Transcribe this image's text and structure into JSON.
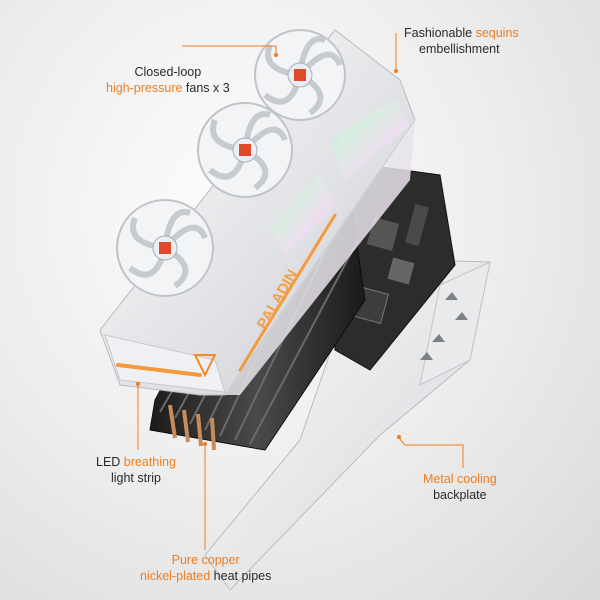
{
  "callouts": {
    "fans": {
      "line1": "Closed-loop",
      "line2_highlight": "high-pressure",
      "line2_rest": " fans x 3"
    },
    "sequins": {
      "line1_plain": "Fashionable ",
      "line1_highlight": "sequins",
      "line2": "embellishment"
    },
    "led": {
      "line1_plain": "LED ",
      "line1_highlight": "breathing",
      "line2": "light strip"
    },
    "backplate": {
      "line1_highlight": "Metal cooling",
      "line2": "backplate"
    },
    "heatpipes": {
      "line1_highlight": "Pure copper",
      "line2_highlight": "nickel-plated",
      "line2_rest": " heat pipes"
    }
  },
  "product_marking": "PALADIN",
  "colors": {
    "accent": "#f07d1e",
    "text": "#2a2a2a",
    "line": "#f07d1e"
  }
}
